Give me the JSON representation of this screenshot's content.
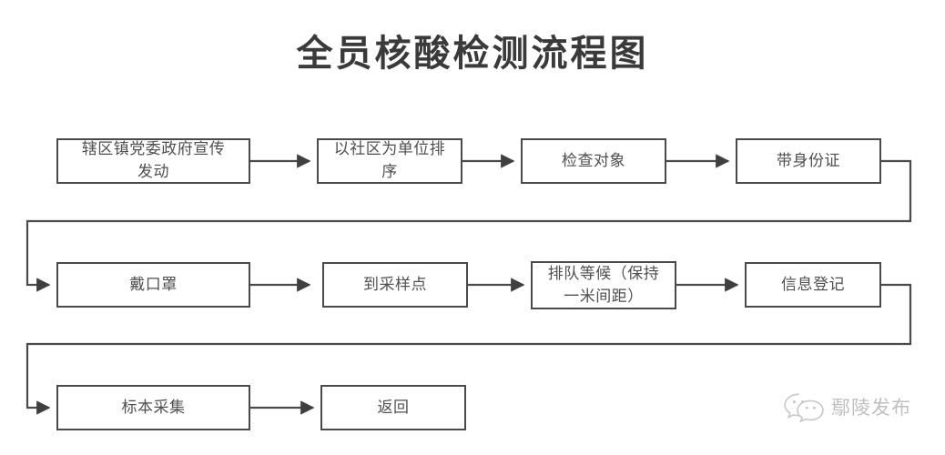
{
  "page": {
    "title": "全员核酸检测流程图",
    "background_color": "#ffffff",
    "line_color": "#4a4a4a",
    "text_color": "#4f4f4f"
  },
  "chart_data": {
    "type": "diagram",
    "diagram_kind": "flowchart",
    "title": "全员核酸检测流程图",
    "orientation": "left-to-right, serpentine (3 rows)",
    "nodes": [
      {
        "id": "n1",
        "label": "辖区镇党委政府宣传\n发动",
        "row": 1,
        "order": 1
      },
      {
        "id": "n2",
        "label": "以社区为单位排\n序",
        "row": 1,
        "order": 2
      },
      {
        "id": "n3",
        "label": "检查对象",
        "row": 1,
        "order": 3
      },
      {
        "id": "n4",
        "label": "带身份证",
        "row": 1,
        "order": 4
      },
      {
        "id": "n5",
        "label": "戴口罩",
        "row": 2,
        "order": 1
      },
      {
        "id": "n6",
        "label": "到采样点",
        "row": 2,
        "order": 2
      },
      {
        "id": "n7",
        "label": "排队等候（保持\n一米间距）",
        "row": 2,
        "order": 3
      },
      {
        "id": "n8",
        "label": "信息登记",
        "row": 2,
        "order": 4
      },
      {
        "id": "n9",
        "label": "标本采集",
        "row": 3,
        "order": 1
      },
      {
        "id": "n10",
        "label": "返回",
        "row": 3,
        "order": 2
      }
    ],
    "edges": [
      {
        "from": "n1",
        "to": "n2",
        "kind": "straight"
      },
      {
        "from": "n2",
        "to": "n3",
        "kind": "straight"
      },
      {
        "from": "n3",
        "to": "n4",
        "kind": "straight"
      },
      {
        "from": "n4",
        "to": "n5",
        "kind": "wrap"
      },
      {
        "from": "n5",
        "to": "n6",
        "kind": "straight"
      },
      {
        "from": "n6",
        "to": "n7",
        "kind": "straight"
      },
      {
        "from": "n7",
        "to": "n8",
        "kind": "straight"
      },
      {
        "from": "n8",
        "to": "n9",
        "kind": "wrap"
      },
      {
        "from": "n9",
        "to": "n10",
        "kind": "straight"
      }
    ]
  },
  "watermark": {
    "text": "鄢陵发布",
    "icon": "wechat-icon",
    "color": "#8c8c8c"
  }
}
